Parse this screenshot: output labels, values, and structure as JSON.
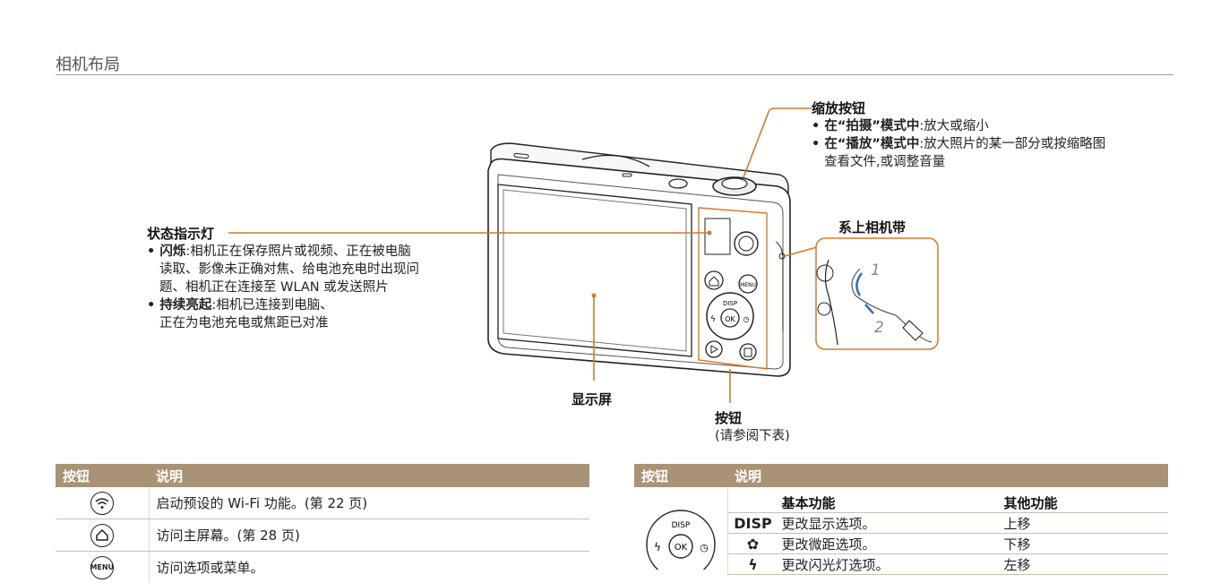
{
  "section_title": "相机布局",
  "zoom": {
    "title": "缩放按钮",
    "b1_kw": "在“拍摄”模式中",
    "b1_text": ":放大或缩小",
    "b2_kw": "在“播放”模式中",
    "b2_text": ":放大照片的某一部分或按缩略图",
    "b2_cont": "查看文件,或调整音量"
  },
  "strap": {
    "title": "系上相机带",
    "step1": "1",
    "step2": "2"
  },
  "status": {
    "title": "状态指示灯",
    "b1_kw": "闪烁",
    "b1_text": ":相机正在保存照片或视频、正在被电脑",
    "b1_l2": "读取、影像未正确对焦、给电池充电时出现问",
    "b1_l3": "题、相机正在连接至 WLAN 或发送照片",
    "b2_kw": "持续亮起",
    "b2_text": ":相机已连接到电脑、",
    "b2_l2": "正在为电池充电或焦距已对准"
  },
  "screen_label": "显示屏",
  "buttons_label": {
    "title": "按钮",
    "note": "(请参阅下表)"
  },
  "camera_labels": {
    "disp": "DISP",
    "ok": "OK",
    "menu": "MENU"
  },
  "table_left": {
    "headers": [
      "按钮",
      "说明"
    ],
    "rows": [
      {
        "icon": "wifi-icon",
        "text": "启动预设的 Wi-Fi 功能。(第 22 页)"
      },
      {
        "icon": "home-icon",
        "text": "访问主屏幕。(第 28 页)"
      },
      {
        "icon": "menu-icon",
        "icon_text": "MENU",
        "text": "访问选项或菜单。"
      }
    ]
  },
  "table_right": {
    "headers": [
      "按钮",
      "说明"
    ],
    "sub_headers": [
      "",
      "基本功能",
      "其他功能"
    ],
    "rows": [
      {
        "key": "DISP",
        "basic": "更改显示选项。",
        "other": "上移"
      },
      {
        "key": "macro",
        "basic": "更改微距选项。",
        "other": "下移"
      },
      {
        "key": "flash",
        "basic": "更改闪光灯选项。",
        "other": "左移"
      }
    ]
  },
  "colors": {
    "accent": "#d47a2c",
    "table_header": "#a99375"
  }
}
